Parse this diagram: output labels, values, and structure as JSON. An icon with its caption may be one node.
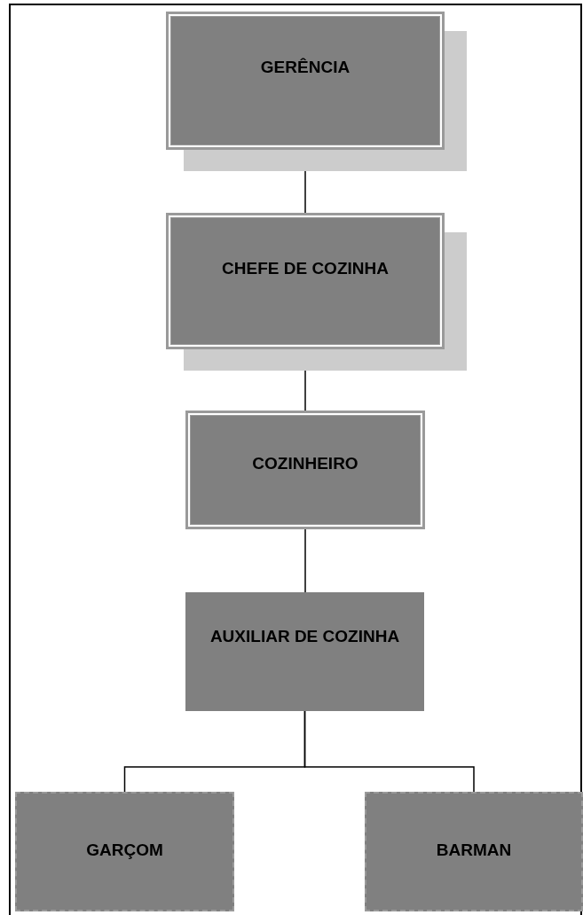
{
  "diagram": {
    "nodes": [
      {
        "text": [
          "GERÊNCIA"
        ]
      },
      {
        "text": [
          "CHEFE DE COZINHA"
        ]
      },
      {
        "text": [
          "COZINHEIRO"
        ]
      },
      {
        "text": [
          "AUXILIAR DE COZINHA"
        ]
      },
      {
        "text": [
          "GARÇOM"
        ]
      },
      {
        "text": [
          "BARMAN"
        ]
      }
    ],
    "edges": [
      {
        "from": 0,
        "to": 1,
        "arrow": "none"
      },
      {
        "from": 1,
        "to": 2,
        "arrow": "none"
      },
      {
        "from": 2,
        "to": 3,
        "arrow": "none"
      },
      {
        "from": 3,
        "to": 4,
        "arrow": "none"
      },
      {
        "from": 3,
        "to": 5,
        "arrow": "none"
      }
    ]
  }
}
